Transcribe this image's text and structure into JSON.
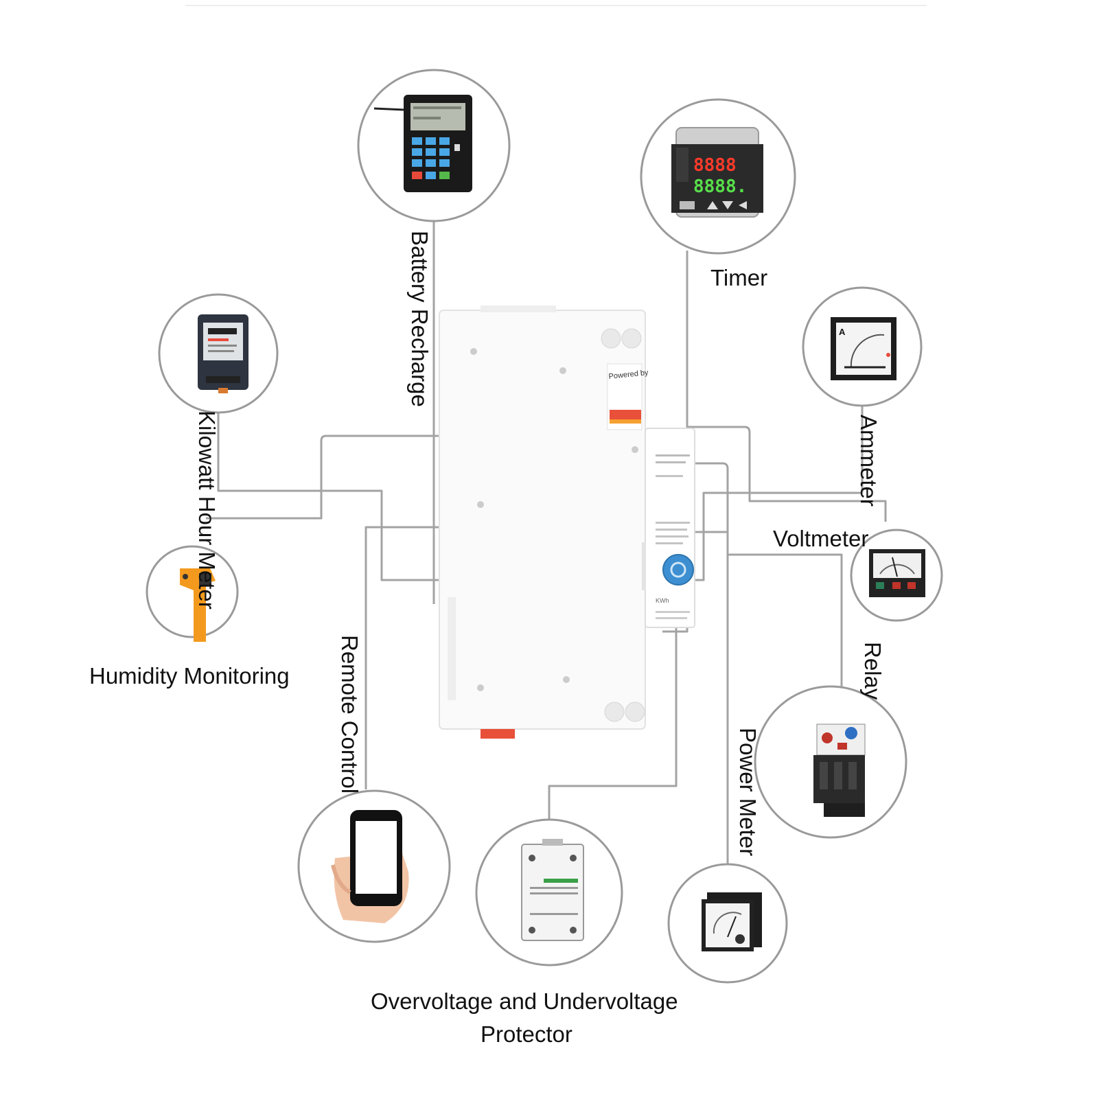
{
  "labels": {
    "battery_recharge": "Battery Recharge",
    "timer": "Timer",
    "kilowatt_hour_meter": "Kilowatt Hour Meter",
    "ammeter": "Ammeter",
    "voltmeter": "Voltmeter",
    "humidity_monitoring": "Humidity Monitoring",
    "relay": "Relay",
    "remote_control": "Remote Control",
    "power_meter": "Power Meter",
    "protector_line1": "Overvoltage and Undervoltage",
    "protector_line2": "Protector"
  },
  "device": {
    "powered_by": "Powered by",
    "unit_label": "KWh",
    "accent_color": "#e8503a",
    "button_color": "#3d8fd1"
  },
  "images": {
    "battery_recharge": "prepaid-keypad-icon",
    "timer": "digital-timer-icon",
    "kilowatt_hour_meter": "energy-meter-icon",
    "ammeter": "ammeter-gauge-icon",
    "voltmeter": "voltmeter-icon",
    "humidity_monitoring": "infrared-thermometer-icon",
    "relay": "thermal-relay-icon",
    "remote_control": "smartphone-in-hand-icon",
    "protector": "din-protector-icon",
    "power_meter": "power-meter-gauge-icon"
  },
  "timer_display": {
    "top": "8888",
    "bottom": "8888."
  }
}
